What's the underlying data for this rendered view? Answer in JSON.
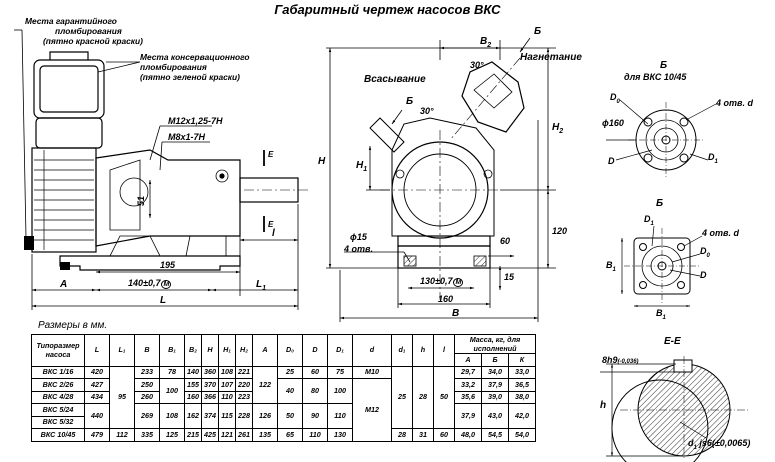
{
  "title": "Габаритный чертеж насосов  ВКС",
  "left_view": {
    "note_red": [
      "Места гарантийного",
      "пломбирования",
      "(пятно красной краски)"
    ],
    "note_green": [
      "Места консервационного",
      "пломбирования",
      "(пятно зеленой краски)"
    ],
    "thread1": "М12х1,25-7Н",
    "thread2": "М8х1-7Н",
    "dim_51": "51",
    "dim_195": "195",
    "dim_140": "140±0,7",
    "dim_140_mark": "М",
    "label_A": "A",
    "label_L": "L",
    "label_L1": "L",
    "label_L1_sub": "1",
    "label_l": "l",
    "section_E": "Е",
    "section_E2": "Е"
  },
  "front_view": {
    "label_B2": "B",
    "label_B2_sub": "2",
    "arrow_B_top": "Б",
    "label_nagn": "Нагнетание",
    "angle_30_top": "30°",
    "label_vsas": "Всасывание",
    "arrow_B_left": "Б",
    "angle_30_left": "30°",
    "label_H": "H",
    "label_H1": "H",
    "label_H1_sub": "1",
    "label_H2": "H",
    "label_H2_sub": "2",
    "dim_phi15": "ϕ15",
    "dim_4otv": "4 отв.",
    "dim_60": "60",
    "dim_120": "120",
    "dim_15": "15",
    "dim_130": "130±0,7",
    "dim_130_mark": "М",
    "dim_160": "160",
    "label_B": "B"
  },
  "view_b1": {
    "title": "Б",
    "subtitle": "для  ВКС 10/45",
    "label_D0": "D",
    "label_D0_sub": "0",
    "holes": "4 отв. d",
    "dia": "ϕ160",
    "label_D": "D",
    "label_D1": "D",
    "label_D1_sub": "1"
  },
  "view_b2": {
    "title": "Б",
    "label_D1": "D",
    "label_D1_sub": "1",
    "holes": "4 отв. d",
    "label_D0": "D",
    "label_D0_sub": "0",
    "label_D": "D",
    "label_B1": "B",
    "label_B1_sub": "1",
    "label_B1b": "B",
    "label_B1b_sub": "1"
  },
  "section_EE": {
    "title": "Е-Е",
    "key": "8h9",
    "key_tol": "(-0,036)",
    "label_h": "h",
    "shaft": "d",
    "shaft_sub": "1",
    "shaft_tol": " js6(±0,0065)"
  },
  "table": {
    "caption": "Размеры в мм.",
    "header_model": "Типоразмер насоса",
    "header_mass": "Масса, кг, для исполнений",
    "columns": [
      "L",
      "L₁",
      "B",
      "B₁",
      "B₂",
      "H",
      "H₁",
      "H₂",
      "A",
      "D₀",
      "D",
      "D₁",
      "d",
      "d₁",
      "h",
      "l"
    ],
    "mass_columns": [
      "А",
      "Б",
      "К"
    ],
    "rows": [
      {
        "model": "ВКС 1/16",
        "L": "420",
        "B": "233",
        "B1": "78",
        "B2": "140",
        "H": "360",
        "H1": "108",
        "H2": "221",
        "D0": "25",
        "D": "60",
        "D1": "75",
        "d": "М10",
        "mA": "29,7",
        "mB": "34,0",
        "mK": "33,0"
      },
      {
        "model": "ВКС 2/26",
        "L": "427",
        "B": "250",
        "B2": "155",
        "H": "370",
        "H1": "107",
        "H2": "220",
        "mA": "33,2",
        "mB": "37,9",
        "mK": "36,5"
      },
      {
        "model": "ВКС 4/28",
        "L": "434",
        "B": "260",
        "B2": "160",
        "H": "366",
        "H1": "110",
        "H2": "223",
        "mA": "35,6",
        "mB": "39,0",
        "mK": "38,0"
      },
      {
        "model": "ВКС 5/24",
        "B": "269",
        "B1": "108",
        "B2": "162",
        "H": "374",
        "H1": "115",
        "H2": "228",
        "mA": "37,9",
        "mB": "43,0",
        "mK": "42,0"
      },
      {
        "model": "ВКС 5/32"
      },
      {
        "model": "ВКС 10/45",
        "L": "479",
        "L1": "112",
        "B": "335",
        "B1": "125",
        "B2": "215",
        "H": "425",
        "H1": "121",
        "H2": "261",
        "A": "135",
        "D0": "65",
        "D": "110",
        "D1": "130",
        "d1": "28",
        "h": "31",
        "l": "60",
        "mA": "48,0",
        "mB": "54,5",
        "mK": "54,0"
      }
    ],
    "merged": {
      "L1_1_5": "95",
      "B1_2_3": "100",
      "A_1_3": "122",
      "A_4_5": "126",
      "D0_2_3": "40",
      "D_2_3": "80",
      "D1_2_3": "100",
      "L_4_5": "440",
      "D0_4_5": "50",
      "D_4_5": "90",
      "D1_4_5": "110",
      "d_2_6": "М12",
      "d1_1_5": "25",
      "h_1_5": "28",
      "l_1_5": "50"
    }
  }
}
